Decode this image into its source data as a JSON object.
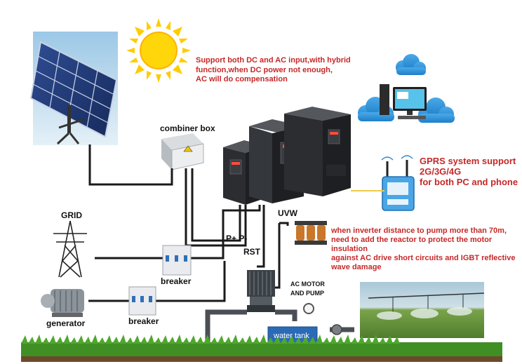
{
  "notes": {
    "hybrid": [
      "Support both DC and AC input,with hybrid",
      "function,when DC power not enough,",
      "AC will do compensation"
    ],
    "gprs": [
      "GPRS system support",
      "2G/3G/4G",
      "for both PC and phone"
    ],
    "reactor": [
      "when inverter distance to pump more than 70m,",
      "need to add the reactor to protect the motor insulation",
      "against AC drive short circuits and IGBT reflective",
      "wave damage"
    ]
  },
  "labels": {
    "combiner_box": "combiner box",
    "grid": "GRID",
    "generator": "generator",
    "breaker_grid": "breaker",
    "breaker_generator": "breaker",
    "pp": "P+  P-",
    "rst": "RST",
    "uvw": "UVW",
    "ac_motor": [
      "AC MOTOR",
      "AND PUMP"
    ],
    "water_tank": "water tank"
  },
  "colors": {
    "note_red": "#c62828",
    "wire": "#1a1a1a",
    "signal_line": "#f2c94c",
    "sun": "#ffcc00",
    "grass": "#3f8f24",
    "inverter": "#2b2d31"
  },
  "icons": [
    "sun-icon",
    "solar-panel-icon",
    "cloud-icon",
    "computer-icon",
    "gprs-module-icon",
    "power-tower-icon",
    "generator-icon",
    "breaker-icon",
    "reactor-icon",
    "motor-pump-icon",
    "pressure-gauge-icon",
    "valve-icon",
    "irrigation-field-icon"
  ]
}
